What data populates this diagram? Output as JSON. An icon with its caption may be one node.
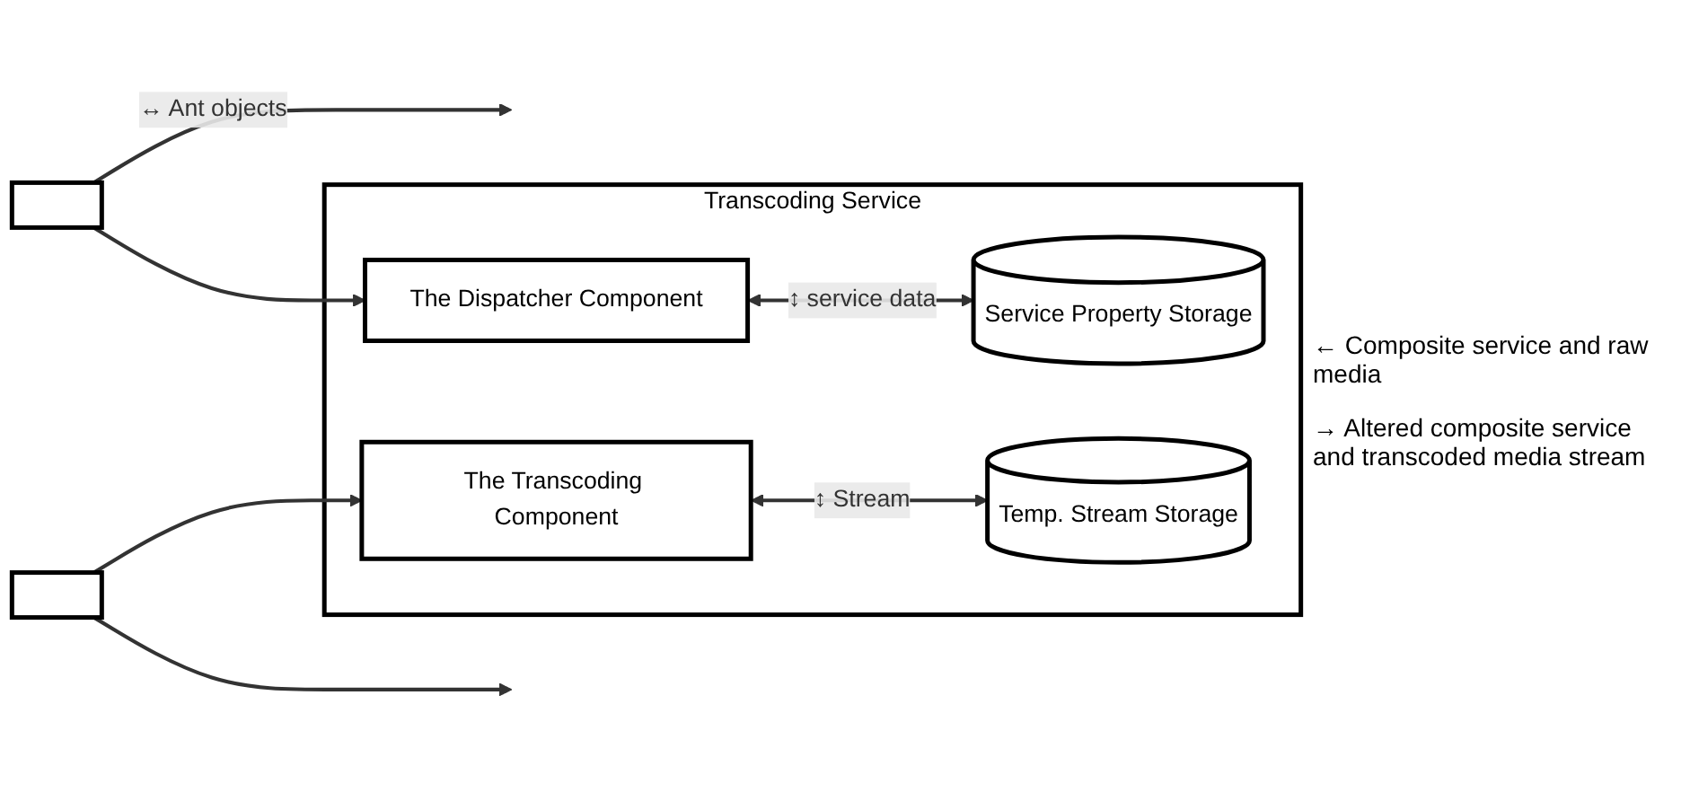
{
  "diagram": {
    "nodes": [
      {
        "text": [
          "Transcoding Service"
        ]
      },
      {
        "text": [],
        "shape": "box"
      },
      {
        "text": [
          "The Dispatcher Component"
        ],
        "in": 0
      },
      {
        "text": [
          "The Transcoding Component"
        ],
        "in": 0
      },
      {
        "text": [
          "Service Property Storage"
        ],
        "in": 0
      },
      {
        "text": [
          "Temp. Stream Storage"
        ],
        "in": 0
      },
      {
        "text": [],
        "shape": "box"
      }
    ],
    "edges": [
      {
        "from": 1,
        "to": null,
        "arrow": "to",
        "label": "↔ Ant objects"
      },
      {
        "from": 1,
        "to": 2,
        "arrow": "to"
      },
      {
        "from": 2,
        "to": 4,
        "arrow": "both",
        "label": "↕ service data"
      },
      {
        "from": 6,
        "to": 3,
        "arrow": "to"
      },
      {
        "from": 3,
        "to": 5,
        "arrow": "both",
        "label": "↕ Stream"
      },
      {
        "from": 6,
        "to": null,
        "arrow": "to"
      }
    ],
    "labels": [
      "← Composite service and raw media",
      "→ Altered composite service and transcoded media stream"
    ]
  }
}
